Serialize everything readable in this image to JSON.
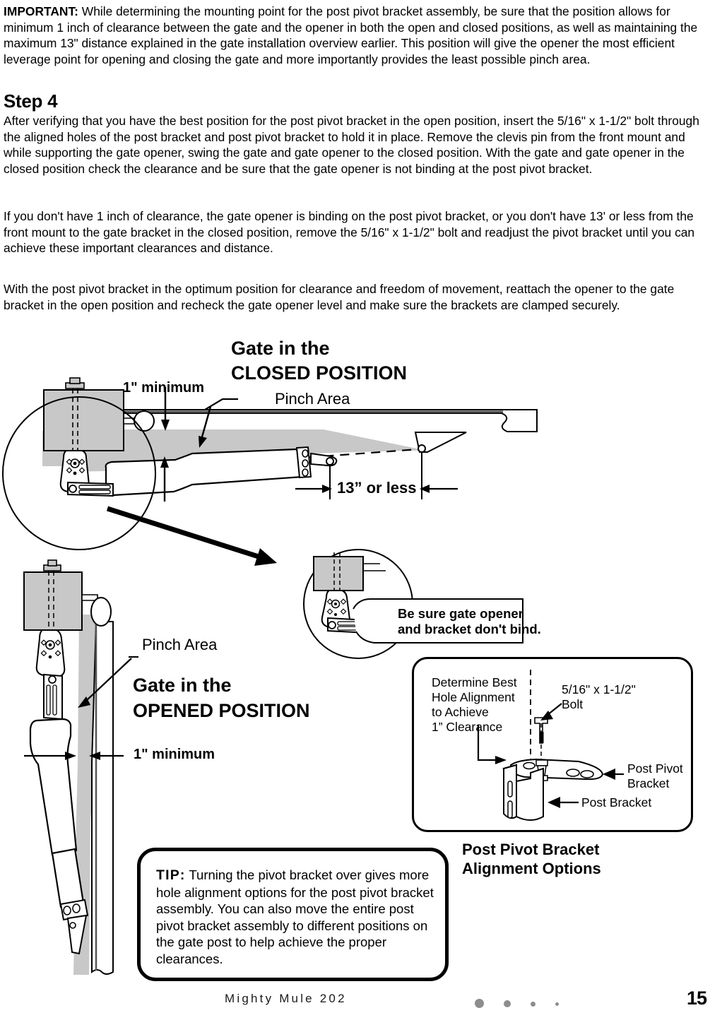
{
  "document": {
    "important_note": {
      "label": "IMPORTANT:",
      "body": "While determining the mounting point for the post pivot bracket assembly, be sure that the position allows for minimum 1 inch of clearance between the gate and the opener in both the open and closed positions, as well as maintaining the maximum 13\" distance explained in the gate installation overview earlier. This position will give the opener the most efficient leverage point for opening and closing the gate and more importantly provides the least possible pinch area."
    },
    "step": {
      "heading": "Step 4",
      "paragraph_1": "After verifying that you have the best position for the post pivot bracket in the open position, insert the 5/16\" x 1-1/2\" bolt through the aligned holes of the post bracket and post pivot bracket to hold it in place. Remove the clevis pin from the front mount and while supporting the gate opener, swing the gate and gate opener to the closed position. With the gate and gate opener in the closed position check the clearance and be sure that the gate opener is not binding at the post pivot bracket.",
      "paragraph_2": "If you don't have 1 inch of clearance, the gate opener is binding on the post pivot bracket, or you don't have 13' or less from the front mount to the gate bracket in the closed position, remove the 5/16\" x 1-1/2\" bolt and readjust the pivot bracket until you can achieve these important clearances and distance.",
      "paragraph_3": "With the post pivot bracket in the optimum position for clearance and freedom of movement, reattach the opener to the gate bracket in the open position and recheck the gate opener level and make sure the brackets are clamped securely."
    }
  },
  "closed_diagram": {
    "title_line_1": "Gate in the",
    "title_line_2": "CLOSED POSITION",
    "clearance_label": "1\" minimum",
    "pinch_label": "Pinch Area",
    "distance_label": "13” or less"
  },
  "detail_callout": {
    "line_1": "Be sure gate opener",
    "line_2": "and bracket don't bind."
  },
  "opened_diagram": {
    "title_line_1": "Gate in the",
    "title_line_2": "OPENED POSITION",
    "pinch_label": "Pinch Area",
    "clearance_label": "1\" minimum"
  },
  "alignment_box": {
    "caption_line_1": "Post Pivot Bracket",
    "caption_line_2": "Alignment Options",
    "hole_alignment_label": "Determine Best\nHole Alignment\nto Achieve\n1” Clearance",
    "bolt_label_line_1": "5/16\" x 1-1/2\"",
    "bolt_label_line_2": "Bolt",
    "post_pivot_label_line_1": "Post Pivot",
    "post_pivot_label_line_2": "Bracket",
    "post_bracket_label": "Post Bracket"
  },
  "tip_box": {
    "label": "TIP:",
    "body": " Turning the pivot bracket over gives more hole alignment options for the post pivot bracket assembly. You can also move the entire post pivot bracket assembly to different positions on the gate post to help achieve the proper clearances."
  },
  "footer": {
    "brand": "Mighty Mule 202",
    "page_number": "15"
  },
  "colors": {
    "ink": "#000000",
    "shade": "#c8c8c8",
    "dot": "#8d8d8d"
  }
}
